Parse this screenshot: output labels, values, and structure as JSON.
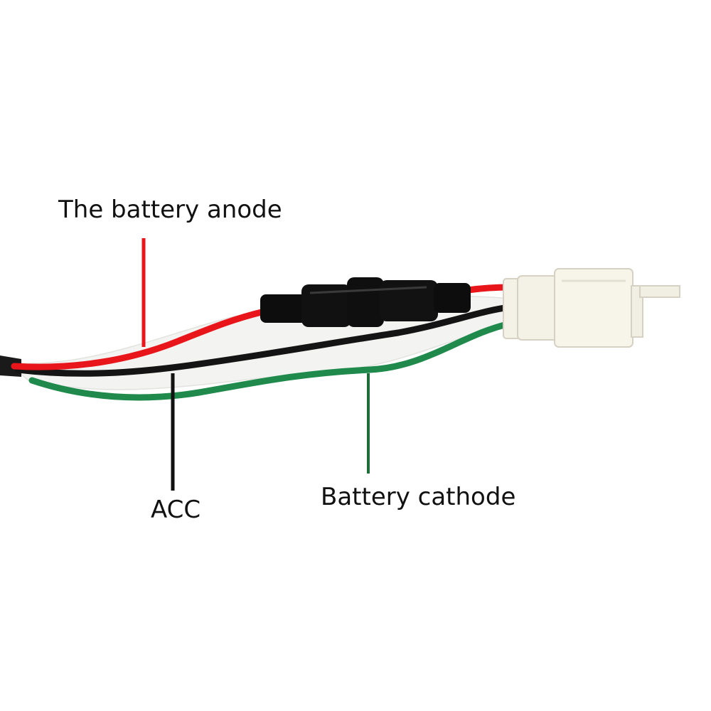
{
  "labels": {
    "anode": "The battery anode",
    "acc": "ACC",
    "cathode": "Battery cathode"
  },
  "colors": {
    "background": "#ffffff",
    "red_wire": "#e8151b",
    "black_wire": "#111111",
    "green_wire": "#1f8a4c",
    "fuse_holder": "#0d0d0d",
    "connector": "#f4f1e6",
    "label_text": "#111111"
  }
}
